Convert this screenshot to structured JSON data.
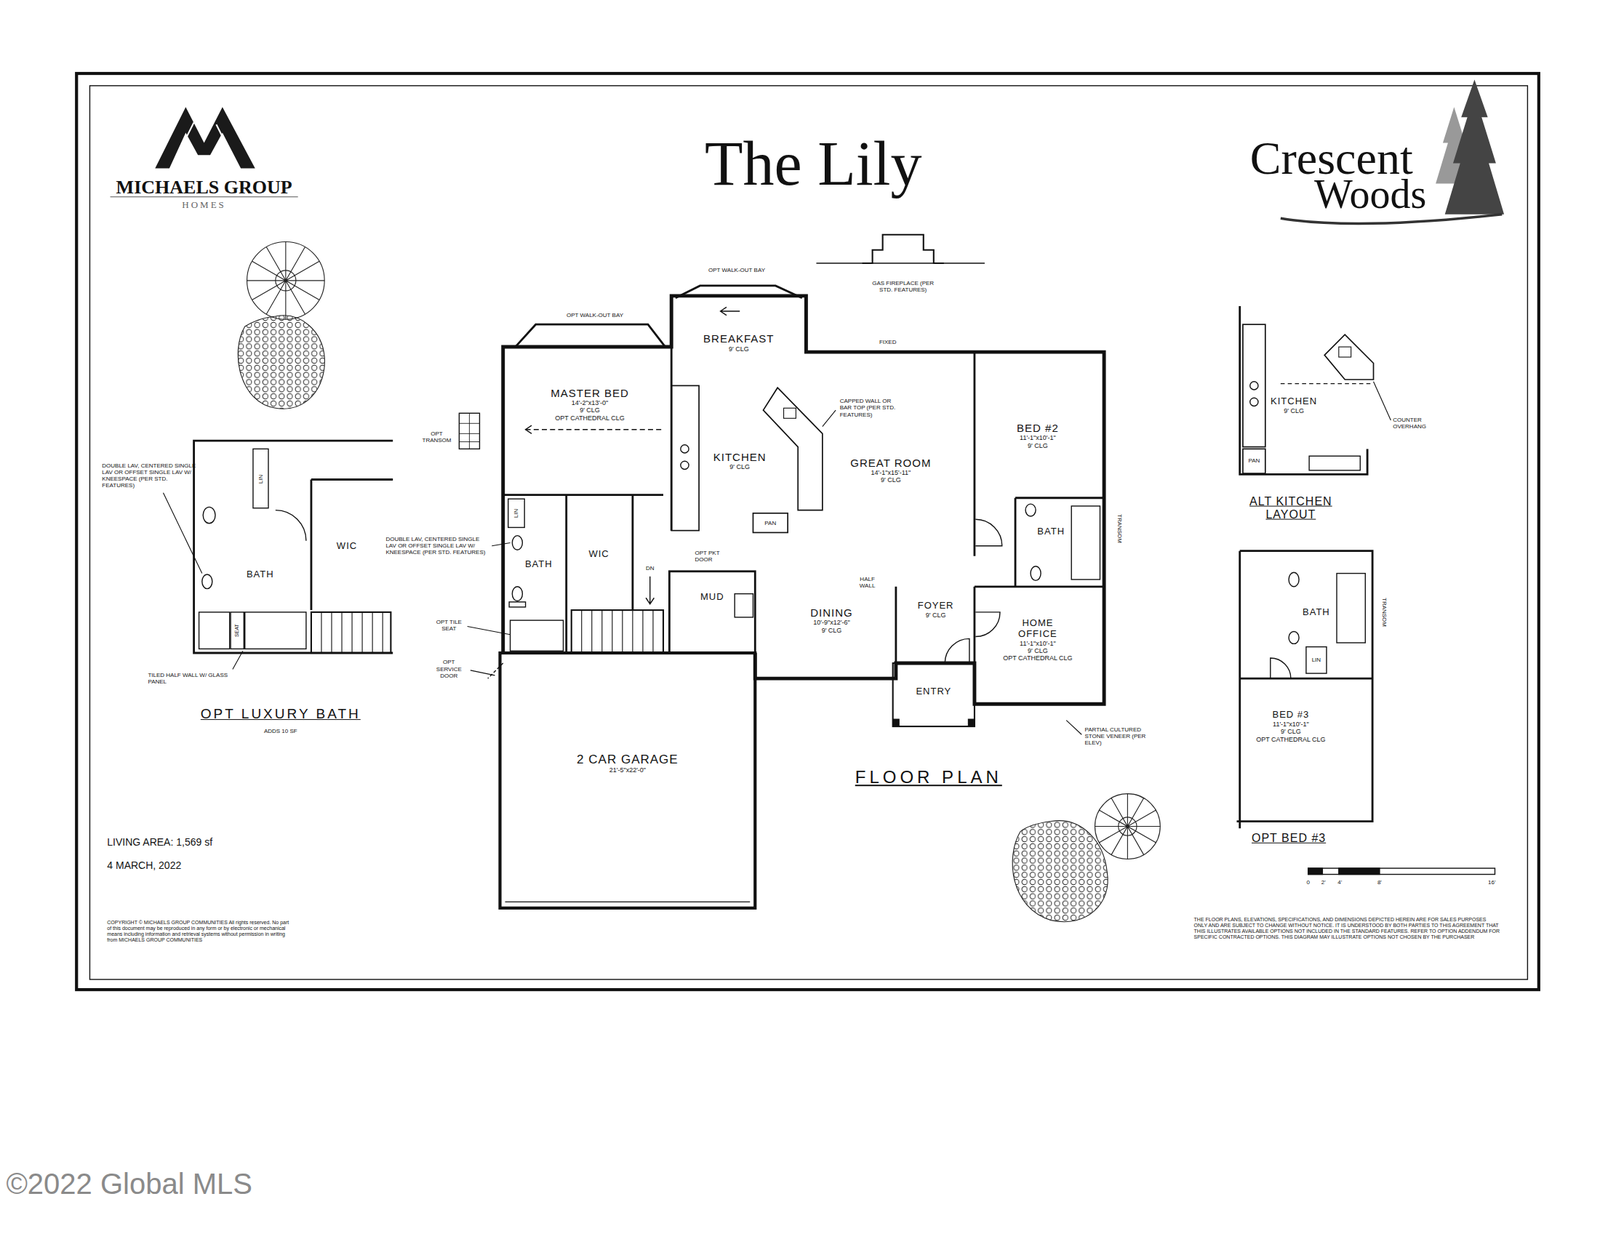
{
  "diagram": {
    "title": "The Lily",
    "nodes": [
      {
        "text": [
          "MASTER BED",
          "14'-2\"x13'-0\"",
          "9' CLG",
          "OPT CATHEDRAL CLG"
        ]
      },
      {
        "text": [
          "BREAKFAST",
          "9' CLG"
        ]
      },
      {
        "text": [
          "KITCHEN",
          "9' CLG"
        ]
      },
      {
        "text": [
          "GREAT ROOM",
          "14'-1\"x15'-11\"",
          "9' CLG"
        ]
      },
      {
        "text": [
          "BED #2",
          "11'-1\"x10'-1\"",
          "9' CLG"
        ]
      },
      {
        "text": [
          "BATH"
        ]
      },
      {
        "text": [
          "WIC"
        ]
      },
      {
        "text": [
          "MUD"
        ]
      },
      {
        "text": [
          "BATH"
        ]
      },
      {
        "text": [
          "DINING",
          "10'-9\"x12'-6\"",
          "9' CLG"
        ]
      },
      {
        "text": [
          "FOYER",
          "9' CLG"
        ]
      },
      {
        "text": [
          "HOME OFFICE",
          "11'-1\"x10'-1\"",
          "9' CLG",
          "OPT CATHEDRAL CLG"
        ]
      },
      {
        "text": [
          "ENTRY"
        ]
      },
      {
        "text": [
          "2 CAR GARAGE",
          "21'-5\"x22'-0\""
        ]
      },
      {
        "text": [
          "BATH"
        ]
      },
      {
        "text": [
          "WIC"
        ]
      },
      {
        "text": [
          "KITCHEN",
          "9' CLG"
        ]
      },
      {
        "text": [
          "BATH"
        ]
      },
      {
        "text": [
          "BED #3",
          "11'-1\"x10'-1\"",
          "9' CLG",
          "OPT CATHEDRAL CLG"
        ]
      }
    ],
    "labels": [
      "OPT WALK-OUT BAY",
      "OPT WALK-OUT BAY",
      "GAS FIREPLACE (PER STD. FEATURES)",
      "FIXED",
      "CAPPED WALL OR BAR TOP (PER STD. FEATURES)",
      "OPT TRANSOM",
      "DOUBLE LAV, CENTERED SINGLE LAV OR OFFSET SINGLE LAV W/ KNEESPACE (PER STD. FEATURES)",
      "LIN",
      "DN",
      "OPT PKT DOOR",
      "PAN",
      "HALF WALL",
      "TRANSOM",
      "OPT TILE SEAT",
      "OPT SERVICE DOOR",
      "PARTIAL CULTURED STONE VENEER (PER ELEV)",
      "FLOOR PLAN",
      "LIVING AREA: 1,569 sf",
      "4 MARCH, 2022",
      "COPYRIGHT © MICHAELS GROUP COMMUNITIES All rights reserved. No part of this document may be reproduced in any form or by electronic or mechanical means including information and retrieval systems without permission in writing from MICHAELS GROUP COMMUNITIES",
      "DOUBLE LAV, CENTERED SINGLE LAV OR OFFSET SINGLE LAV W/ KNEESPACE (PER STD. FEATURES)",
      "LIN",
      "SEAT",
      "TILED HALF WALL W/ GLASS PANEL",
      "OPT LUXURY BATH",
      "ADDS 10 SF",
      "PAN",
      "COUNTER OVERHANG",
      "ALT KITCHEN LAYOUT",
      "TRANSOM",
      "LIN",
      "OPT BED #3",
      "0",
      "2'",
      "4'",
      "8'",
      "16'",
      "THE FLOOR PLANS, ELEVATIONS, SPECIFICATIONS, AND DIMENSIONS DEPICTED HEREIN ARE FOR SALES PURPOSES ONLY AND ARE SUBJECT TO CHANGE WITHOUT NOTICE. IT IS UNDERSTOOD BY BOTH PARTIES TO THIS AGREEMENT THAT THIS ILLUSTRATES AVAILABLE OPTIONS NOT INCLUDED IN THE STANDARD FEATURES. REFER TO OPTION ADDENDUM FOR SPECIFIC CONTRACTED OPTIONS. THIS DIAGRAM MAY ILLUSTRATE OPTIONS NOT CHOSEN BY THE PURCHASER",
      "MICHAELS GROUP",
      "HOMES",
      "Crescent",
      "Woods",
      "©2022 Global MLS"
    ]
  }
}
